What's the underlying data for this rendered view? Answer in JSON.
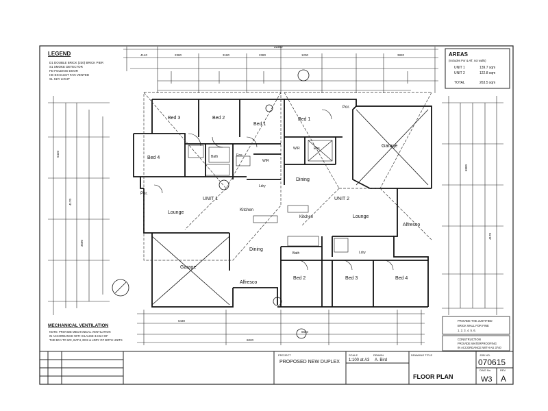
{
  "legend": {
    "title": "LEGEND",
    "items": [
      "D1 DOUBLE BRICK (230) BRICK PIER",
      "S1 SMOKE DETECTOR",
      "FD FOLDING DOOR",
      "HE EXHAUST FAN VENTED",
      "SL SKY LIGHT"
    ]
  },
  "areas": {
    "title": "AREAS",
    "subtitle": "(Includes Por & Alf, not walls)",
    "rows": [
      {
        "label": "UNIT 1",
        "value": "139.7 sqm"
      },
      {
        "label": "UNIT 2",
        "value": "122.8 sqm"
      },
      {
        "label": "TOTAL",
        "value": "263.5 sqm"
      }
    ]
  },
  "ventilation": {
    "title": "MECHANICAL VENTILATION",
    "lines": [
      "NOTE: PROVIDE MECHANICAL VENTILATION",
      "IN ACCORDANCE WITH CLAUSE 3.8.5.0 OF",
      "THE BCA TO WC, BATH, ENS & LDRY OF BOTH UNITS"
    ]
  },
  "rooms": {
    "bed3_u1": "Bed 3",
    "bed2_u1": "Bed 2",
    "bed1_u1": "Bed 1",
    "bed4_u1": "Bed 4",
    "wir_u1": "WIR",
    "ens_u1": "Ens",
    "bath_u1": "Bath",
    "ldry_u1": "Ldry",
    "unit1": "UNIT 1",
    "lounge_u1": "Lounge",
    "kitchen_u1": "Kitchen",
    "dining_u1": "Dining",
    "garage_u1": "Garage",
    "alfresco_u1": "Alfresco",
    "por_u1": "Por.",
    "bed1_u2": "Bed 1",
    "wir_u2": "WIR",
    "ens_u2": "Ens",
    "dining_u2": "Dining",
    "unit2": "UNIT 2",
    "kitchen_u2": "Kitchen",
    "lounge_u2": "Lounge",
    "garage_u2": "Garage",
    "alfresco_u2": "Alfresco",
    "bath_u2": "Bath",
    "ldry_u2": "Ldry",
    "bed2_u2": "Bed 2",
    "bed3_u2": "Bed 3",
    "bed4_u2": "Bed 4",
    "por_u2": "Por."
  },
  "dims": {
    "top_total": "22380",
    "top_a": "4140",
    "top_b": "2380",
    "top_c": "3180",
    "top_d": "2380",
    "top_e": "1200",
    "top_f": "3820",
    "left_a": "5440",
    "left_b": "4170",
    "left_c": "3580",
    "right_a": "6800",
    "right_b": "4170",
    "bottom_a": "6430",
    "bottom_b": "6650",
    "bottom_c": "6020"
  },
  "notes": {
    "right_block": [
      "PROVIDE THE JUSTIFIED",
      "BRICK WALL FOR FINE",
      "1. 2. 3. 4. 5. 6."
    ],
    "right_block2": [
      "CONSTRUCTION",
      "PROVIDE WATERPROOFING",
      "IN ACCORDANCE WITH AS 3740"
    ]
  },
  "title_block": {
    "project_label": "PROJECT",
    "project": "PROPOSED NEW DUPLEX",
    "scale_label": "SCALE",
    "scale": "1:100 at A3",
    "drawn_label": "DRAWN",
    "drawn": "A. Bird",
    "drawing_label": "DRAWING TITLE",
    "drawing": "FLOOR PLAN",
    "job_label": "JOB NO.",
    "job": "070615",
    "dwg_label": "DWG No.",
    "dwg": "W3",
    "rev_label": "REV",
    "rev": "A"
  }
}
